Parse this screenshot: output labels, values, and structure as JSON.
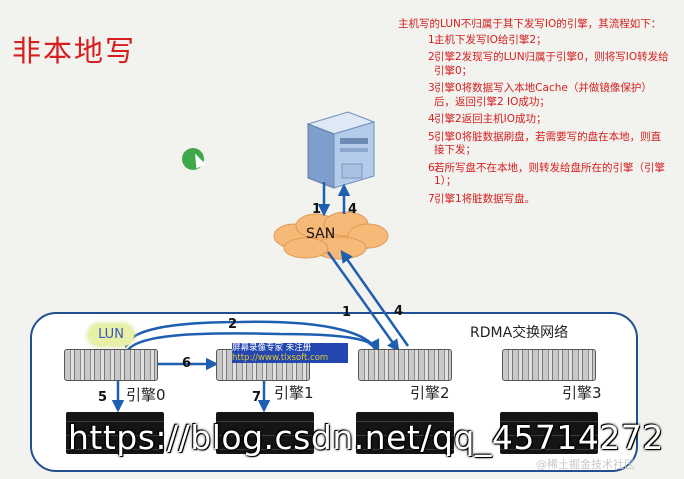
{
  "title": "非本地写",
  "description": {
    "intro": "主机写的LUN不归属于其下发写IO的引擎，其流程如下：",
    "steps": [
      {
        "num": "1.",
        "text": "主机下发写IO给引擎2；"
      },
      {
        "num": "2.",
        "text": "引擎2发现写的LUN归属于引擎0，则将写IO转发给引擎0；"
      },
      {
        "num": "3.",
        "text": "引擎0将数据写入本地Cache（并做镜像保护）后，返回引擎2 IO成功；"
      },
      {
        "num": "4.",
        "text": "引擎2返回主机IO成功；"
      },
      {
        "num": "5.",
        "text": "引擎0将脏数据刷盘，若需要写的盘在本地，则直接下发；"
      },
      {
        "num": "6.",
        "text": "若所写盘不在本地，则转发给盘所在的引擎（引擎1）；"
      },
      {
        "num": "7.",
        "text": "引擎1将脏数据写盘。"
      }
    ]
  },
  "diagram": {
    "san": "SAN",
    "lun": "LUN",
    "fabric": "RDMA交换网络",
    "engines": [
      "引擎0",
      "引擎1",
      "引擎2",
      "引擎3"
    ],
    "arrow_labels": {
      "host_down": "1",
      "host_up": "4",
      "san_down": "1",
      "san_up": "4",
      "forward": "2",
      "eng0_to_eng1": "6",
      "eng0_disk": "5",
      "eng1_disk": "7"
    },
    "colors": {
      "arrow": "#1f5fb0",
      "cluster_border": "#1f4f8f",
      "title": "#d62020",
      "cloud": "#f6b978",
      "server": "#9fbfe6"
    }
  },
  "overlays": {
    "software_banner_line1": "屏幕录像专家     未注册",
    "software_banner_line2": "http://www.tlxsoft.com",
    "url": "https://blog.csdn.net/qq_45714272",
    "community": "@稀土掘金技术社区"
  }
}
